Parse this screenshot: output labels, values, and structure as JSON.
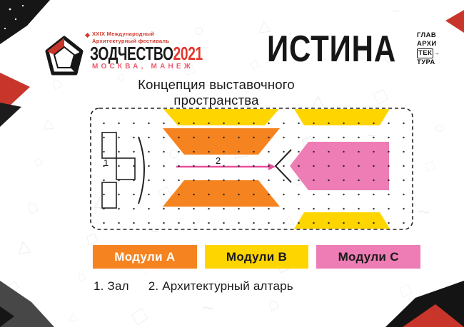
{
  "colors": {
    "orange": "#F5831F",
    "yellow": "#FFD500",
    "pink": "#EE7CB5",
    "red": "#C8362B",
    "accent_red": "#E5352C",
    "dark": "#1A1A1A"
  },
  "header": {
    "festival_lines": [
      "XXIX Международный",
      "Архитектурный фестиваль"
    ],
    "logo_word": "ЗОДЧЕСТВО",
    "logo_year": "2021",
    "logo_city": "МОСКВА, МАНЕЖ",
    "title": "ИСТИНА",
    "glavarch_lines": [
      "ГЛАВ",
      "АРХИ",
      "ТЕК",
      "ТУРА"
    ],
    "glavarch_arrow": "→"
  },
  "subtitle": "Концепция выставочного пространства",
  "plan": {
    "label_hall": "1",
    "label_altar": "2"
  },
  "legend": [
    {
      "label": "Модули A",
      "color": "#F5831F"
    },
    {
      "label": "Модули B",
      "color": "#FFD500"
    },
    {
      "label": "Модули C",
      "color": "#EE7CB5"
    }
  ],
  "caption": {
    "items": [
      "1. Зал",
      "2. Архитектурный алтарь"
    ]
  }
}
